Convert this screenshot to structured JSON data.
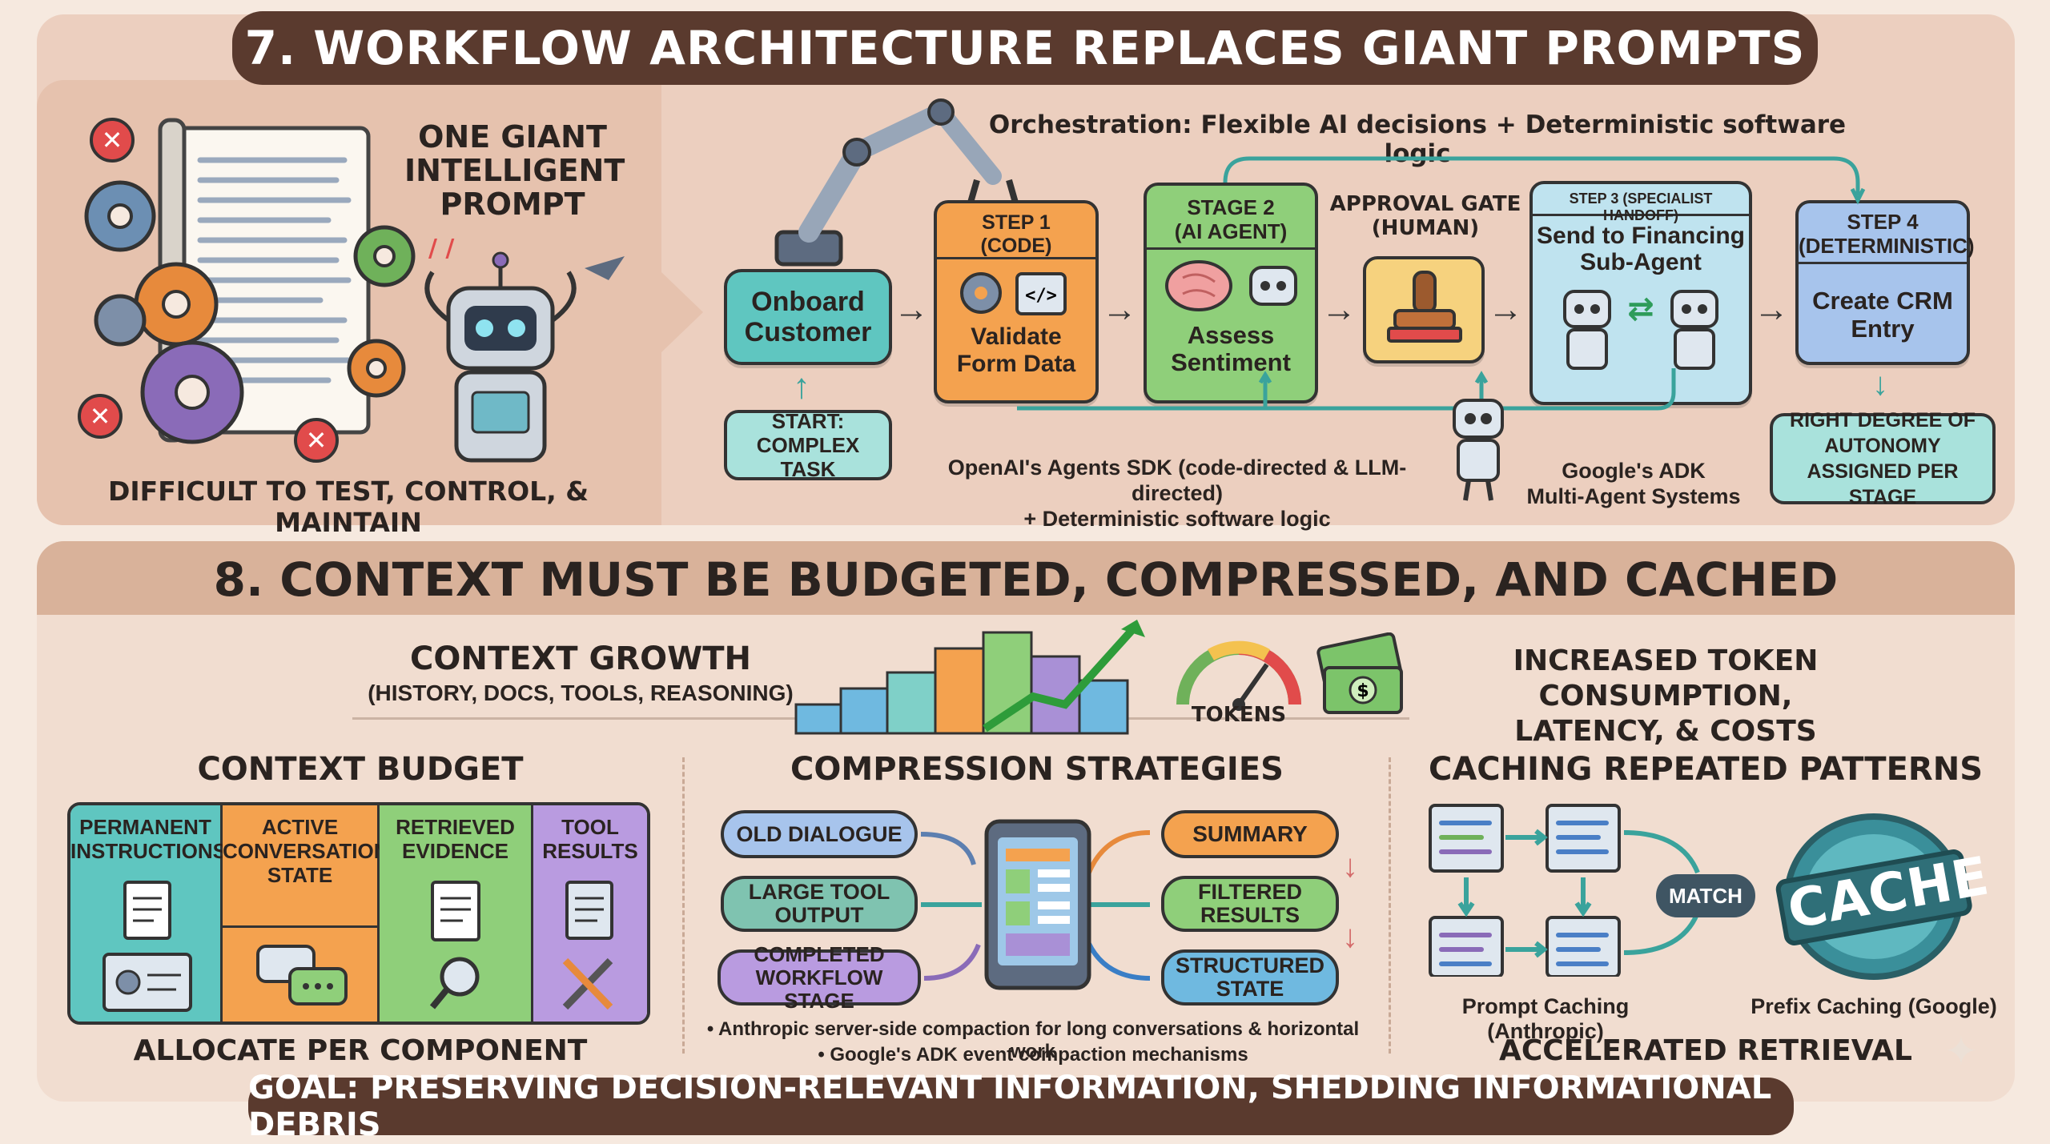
{
  "section7": {
    "title": "7. WORKFLOW ARCHITECTURE REPLACES GIANT PROMPTS",
    "left_label_lines": [
      "ONE GIANT",
      "INTELLIGENT",
      "PROMPT"
    ],
    "left_caption": "DIFFICULT TO TEST, CONTROL, & MAINTAIN",
    "orchestration_label": "Orchestration: Flexible AI decisions + Deterministic software logic",
    "onboard": "Onboard\nCustomer",
    "start": "START:\nCOMPLEX TASK",
    "step1_header": "STEP 1\n(CODE)",
    "step1_body": "Validate\nForm Data",
    "stage2_header": "STAGE 2\n(AI AGENT)",
    "stage2_body": "Assess\nSentiment",
    "approval_header": "APPROVAL GATE\n(HUMAN)",
    "step3_header": "STEP 3 (SPECIALIST HANDOFF)",
    "step3_body": "Send to Financing\nSub-Agent",
    "step4_header": "STEP 4\n(DETERMINISTIC)",
    "step4_body": "Create CRM\nEntry",
    "autonomy": "RIGHT DEGREE OF\nAUTONOMY\nASSIGNED PER STAGE",
    "openai_line1": "OpenAI's Agents SDK (code-directed & LLM-directed)",
    "openai_line2": "+ Deterministic software logic",
    "google_adk": "Google's ADK\nMulti-Agent Systems"
  },
  "section8": {
    "title": "8. CONTEXT MUST BE BUDGETED, COMPRESSED, AND CACHED",
    "growth_title": "CONTEXT GROWTH",
    "growth_sub": "(HISTORY, DOCS, TOOLS, REASONING)",
    "tokens": "TOKENS",
    "increased": "INCREASED TOKEN CONSUMPTION,\nLATENCY, & COSTS",
    "budget": {
      "title": "CONTEXT BUDGET",
      "cols": [
        "PERMANENT\nINSTRUCTIONS",
        "ACTIVE\nCONVERSATION\nSTATE",
        "RETRIEVED\nEVIDENCE",
        "TOOL\nRESULTS"
      ],
      "caption": "ALLOCATE PER COMPONENT"
    },
    "compression": {
      "title": "COMPRESSION STRATEGIES",
      "inputs": [
        "OLD DIALOGUE",
        "LARGE TOOL\nOUTPUT",
        "COMPLETED\nWORKFLOW STAGE"
      ],
      "outputs": [
        "SUMMARY",
        "FILTERED\nRESULTS",
        "STRUCTURED\nSTATE"
      ],
      "note1": "• Anthropic server-side compaction for long conversations & horizontal work",
      "note2": "• Google's ADK event compaction mechanisms"
    },
    "caching": {
      "title": "CACHING REPEATED PATTERNS",
      "match": "MATCH",
      "cache": "CACHE",
      "prompt_caching": "Prompt Caching (Anthropic)",
      "prefix_caching": "Prefix Caching (Google)",
      "caption": "ACCELERATED RETRIEVAL"
    },
    "goal": "GOAL: PRESERVING DECISION-RELEVANT INFORMATION, SHEDDING INFORMATIONAL DEBRIS"
  }
}
